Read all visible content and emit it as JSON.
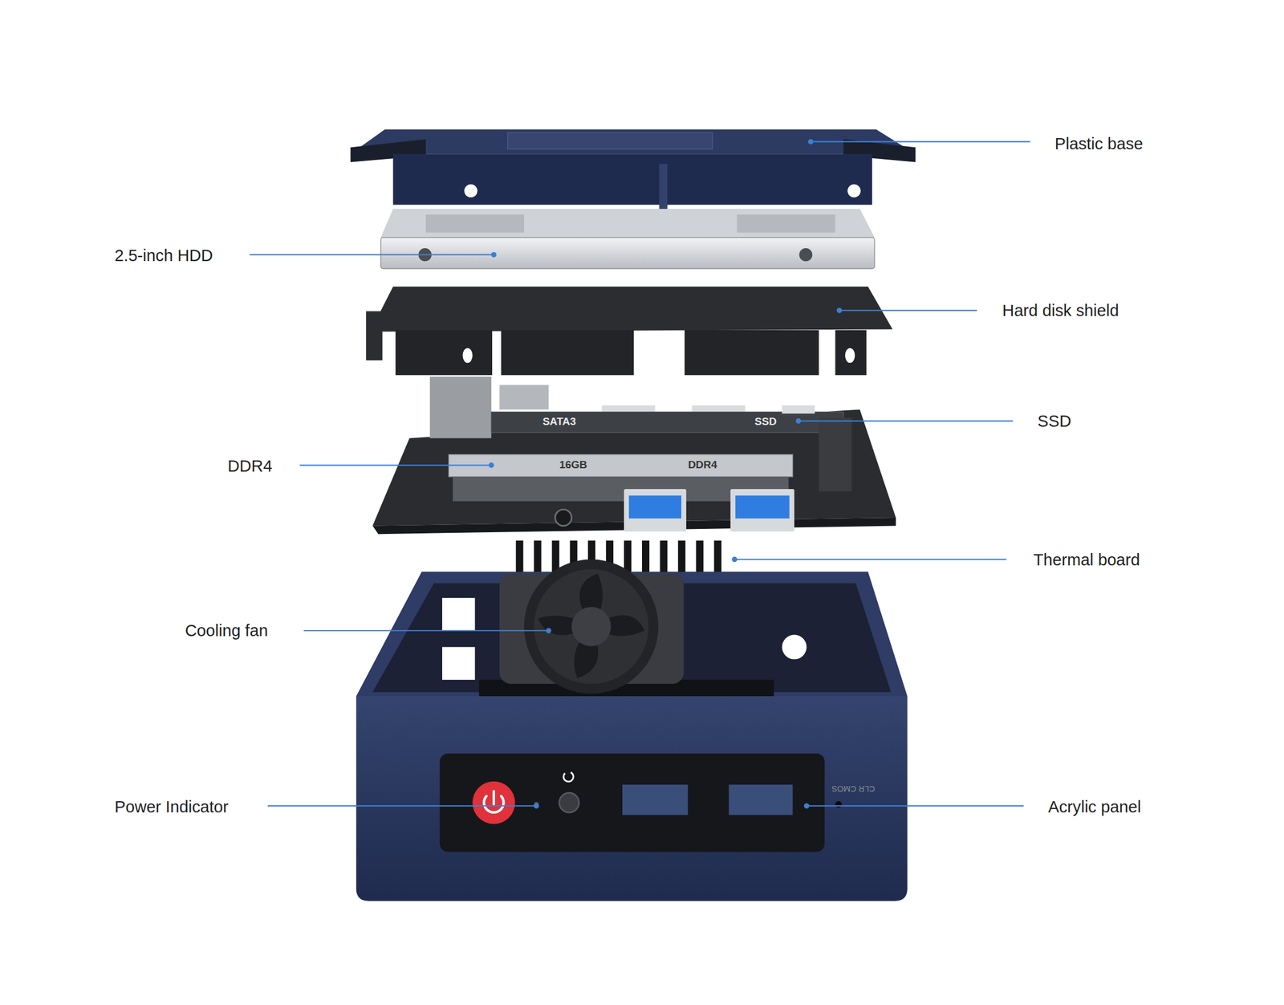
{
  "diagram": {
    "labels": [
      "Plastic base",
      "2.5-inch HDD",
      "Hard disk shield",
      "SATA3",
      "SSD",
      "SSD",
      "DDR4",
      "16GB",
      "DDR4",
      "Thermal board",
      "Cooling fan",
      "Power Indicator",
      "CLR CMOS",
      "Acrylic panel"
    ]
  }
}
